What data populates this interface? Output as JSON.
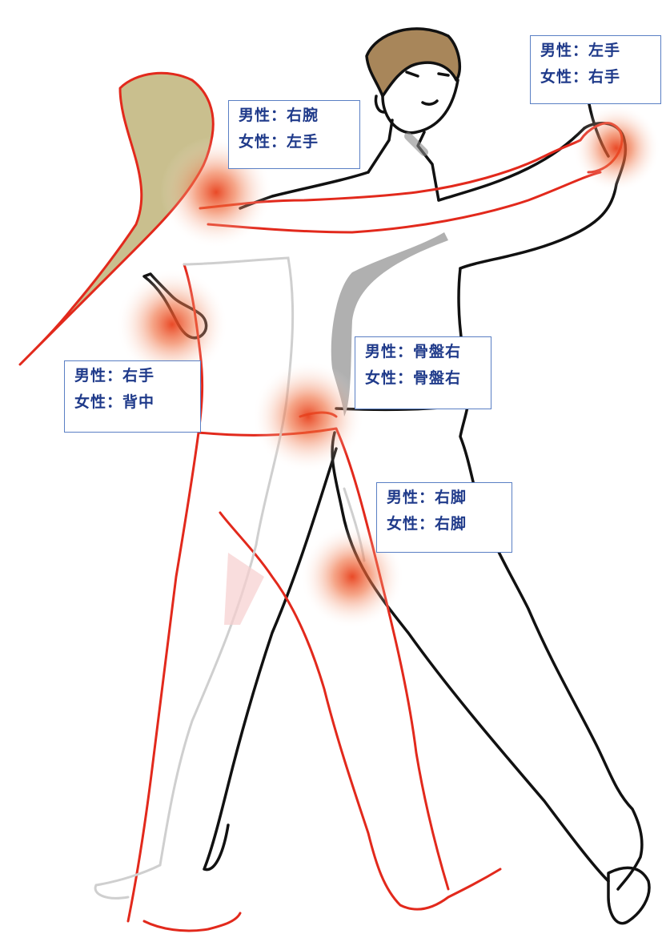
{
  "labels": {
    "left_hand": {
      "male": "男性：左手",
      "female": "女性：右手"
    },
    "right_arm": {
      "male": "男性：右腕",
      "female": "女性：左手"
    },
    "right_hand": {
      "male": "男性：右手",
      "female": "女性：背中"
    },
    "pelvis": {
      "male": "男性：骨盤右",
      "female": "女性：骨盤右"
    },
    "right_leg": {
      "male": "男性：右脚",
      "female": "女性：右脚"
    }
  },
  "colors": {
    "female_outline": "#e2291c",
    "male_outline": "#111111",
    "hair": "#c9bf8e",
    "male_hair": "#a8865a",
    "contact_glow": "#e8401c",
    "label_border": "#5a7fc4",
    "label_text": "#1f3a8a"
  }
}
